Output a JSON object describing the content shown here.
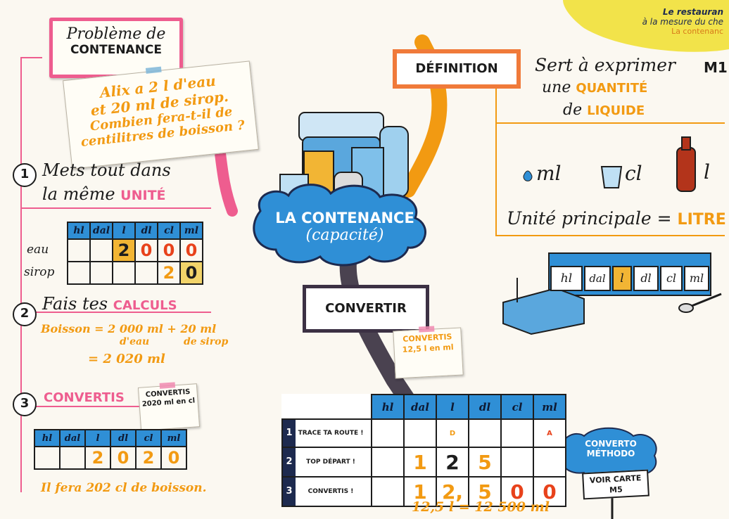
{
  "header": {
    "line1": "Le restauran",
    "line2": "à la mesure du che",
    "line3": "La contenanc",
    "code": "M1"
  },
  "center": {
    "title_line1": "LA CONTENANCE",
    "title_line2": "(capacité)"
  },
  "probleme": {
    "title_line1": "Problème de",
    "title_line2": "CONTENANCE",
    "note_line1": "Alix a 2 l d'eau",
    "note_line2": "et 20 ml de sirop.",
    "note_line3": "Combien fera-t-il de",
    "note_line4": "centilitres de boisson ?"
  },
  "step1": {
    "num": "1",
    "line1": "Mets tout dans",
    "line2_a": "la même ",
    "line2_b": "UNITÉ",
    "table": {
      "headers": [
        "hl",
        "dal",
        "l",
        "dl",
        "cl",
        "ml"
      ],
      "rows": [
        {
          "label": "eau",
          "cells": [
            "",
            "",
            "2",
            "0",
            "0",
            "0"
          ]
        },
        {
          "label": "sirop",
          "cells": [
            "",
            "",
            "",
            "",
            "2",
            "0"
          ]
        }
      ]
    }
  },
  "step2": {
    "num": "2",
    "line_a": "Fais tes ",
    "line_b": "CALCULS",
    "calc1": "Boisson = 2 000 ml + 20 ml",
    "calc2": "d'eau          de sirop",
    "calc3": "= 2 020 ml"
  },
  "step3": {
    "num": "3",
    "label": "CONVERTIS",
    "note": "CONVERTIS 2020 ml en cl",
    "table": {
      "headers": [
        "hl",
        "dal",
        "l",
        "dl",
        "cl",
        "ml"
      ],
      "cells": [
        "",
        "",
        "2",
        "0",
        "2",
        "0"
      ]
    },
    "answer": "Il fera 202 cl de boisson."
  },
  "definition": {
    "label": "DÉFINITION",
    "line1": "Sert à exprimer",
    "line2_a": "une ",
    "line2_b": "QUANTITÉ",
    "line3_a": "de ",
    "line3_b": "LIQUIDE",
    "unit_ml": "ml",
    "unit_cl": "cl",
    "unit_l": "l",
    "principal_a": "Unité principale = ",
    "principal_b": "LITRE",
    "train": [
      "hl",
      "dal",
      "l",
      "dl",
      "cl",
      "ml"
    ]
  },
  "convertir": {
    "label": "CONVERTIR",
    "note": "CONVERTIS 12,5 l en ml",
    "table": {
      "headers": [
        "hl",
        "dal",
        "l",
        "dl",
        "cl",
        "ml"
      ],
      "rows": [
        {
          "num": "1",
          "label": "TRACE TA ROUTE !",
          "cells": [
            "",
            "",
            "D",
            "",
            "",
            "A"
          ]
        },
        {
          "num": "2",
          "label": "TOP DÉPART !",
          "cells": [
            "",
            "1",
            "2",
            "5",
            "",
            ""
          ]
        },
        {
          "num": "3",
          "label": "CONVERTIS !",
          "cells": [
            "",
            "1",
            "2,",
            "5",
            "0",
            "0"
          ]
        }
      ]
    },
    "result": "12,5 l = 12 500 ml"
  },
  "methodo": {
    "line1": "CONVERTO",
    "line2": "MÉTHODO",
    "sign": "VOIR CARTE M5"
  },
  "colors": {
    "orange": "#f29a12",
    "pink": "#ee5d8f",
    "blue": "#2f8fd6",
    "navy": "#1d2a4f",
    "yellow": "#f2e34a"
  }
}
